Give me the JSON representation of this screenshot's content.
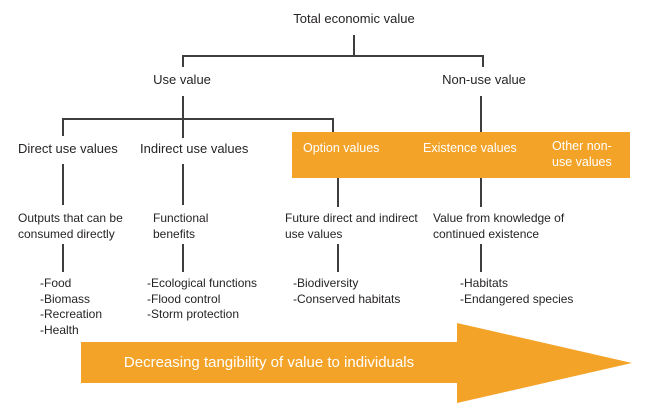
{
  "tree": {
    "root": "Total economic value",
    "level2": [
      {
        "label": "Use value"
      },
      {
        "label": "Non-use value"
      }
    ],
    "columns": [
      {
        "header": "Direct use values",
        "description": "Outputs that can be\nconsumed directly",
        "items": [
          "-Food",
          "-Biomass",
          "-Recreation",
          "-Health"
        ]
      },
      {
        "header": "Indirect use values",
        "description": "Functional\nbenefits",
        "items": [
          "-Ecological functions",
          "-Flood control",
          "-Storm protection"
        ]
      },
      {
        "header": "Option values",
        "description": "Future direct and indirect\nuse values",
        "items": [
          "-Biodiversity",
          "-Conserved habitats"
        ]
      },
      {
        "header": "Existence values",
        "description": "Value from knowledge of\ncontinued existence",
        "items": [
          "-Habitats",
          "-Endangered species"
        ]
      },
      {
        "header": "Other non-\nuse values",
        "description": "",
        "items": []
      }
    ]
  },
  "arrow": {
    "label": "Decreasing tangibility of value to individuals"
  },
  "colors": {
    "accent_orange": "#F4A329",
    "line": "#3e3e3e",
    "text": "#262324",
    "band_text": "#ffffff"
  }
}
